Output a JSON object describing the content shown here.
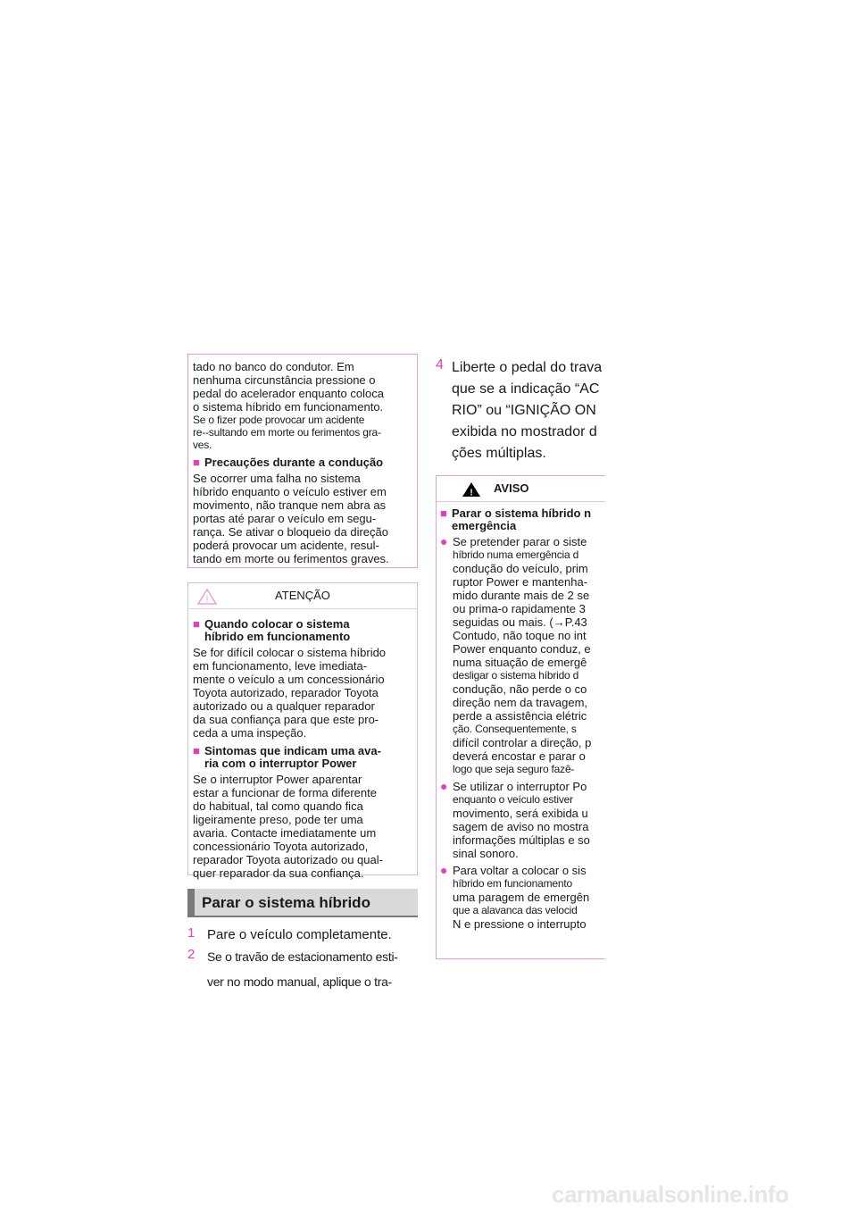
{
  "left_column": {
    "continued_box": {
      "lines": [
        {
          "text": "tado no banco do condutor. Em",
          "small": false
        },
        {
          "text": "nenhuma circunstância pressione o",
          "small": false
        },
        {
          "text": "pedal do acelerador enquanto coloca",
          "small": false
        },
        {
          "text": "o sistema híbrido em funcionamento.",
          "small": false
        },
        {
          "text": "Se o fizer pode provocar um acidente",
          "small": true
        },
        {
          "text": "re--sultando em morte ou ferimentos gra-",
          "small": true
        },
        {
          "text": "ves.",
          "small": true
        }
      ],
      "section_heading": "Precauções durante a condução",
      "section_lines": [
        "Se ocorrer uma falha no sistema",
        "híbrido enquanto o veículo estiver em",
        "movimento, não tranque nem abra as",
        "portas até parar o veículo em segu-",
        "rança. Se ativar o bloqueio da direção",
        "poderá provocar um acidente, resul-",
        "tando em morte ou ferimentos graves."
      ]
    },
    "attention_box": {
      "title": "ATENÇÃO",
      "sections": [
        {
          "heading_lines": [
            "Quando colocar o sistema",
            "híbrido em funcionamento"
          ],
          "body_lines": [
            "Se for difícil colocar o sistema híbrido",
            "em funcionamento, leve imediata-",
            "mente o veículo a um concessionário",
            "Toyota autorizado, reparador Toyota",
            "autorizado ou a qualquer reparador",
            "da sua confiança para que este pro-",
            "ceda a uma inspeção."
          ]
        },
        {
          "heading_lines": [
            "Sintomas que indicam uma ava-",
            "ria com o interruptor Power"
          ],
          "body_lines": [
            "Se o interruptor Power aparentar",
            "estar a funcionar de forma diferente",
            "do habitual, tal como quando fica",
            "ligeiramente preso, pode ter uma",
            "avaria. Contacte imediatamente um",
            "concessionário Toyota autorizado,",
            "reparador Toyota autorizado ou qual-",
            "quer reparador da sua confiança."
          ]
        }
      ]
    },
    "section_title": "Parar o sistema híbrido",
    "steps": [
      {
        "num": "1",
        "lines": [
          "Pare o veículo completamente."
        ],
        "small": false
      },
      {
        "num": "2",
        "lines": [
          "Se o travão de estacionamento esti-",
          "ver no modo manual, aplique o tra-"
        ],
        "small": true
      }
    ]
  },
  "right_column": {
    "step4": {
      "num": "4",
      "lines": [
        "Liberte o pedal do trava",
        "que se a indicação “AC",
        "RIO” ou “IGNIÇÃO ON",
        "exibida no mostrador d",
        "ções múltiplas."
      ]
    },
    "warning_box": {
      "title": "AVISO",
      "heading_lines": [
        "Parar o sistema híbrido n",
        "emergência"
      ],
      "bullets": [
        {
          "lines": [
            {
              "text": "Se pretender parar o siste",
              "small": false
            },
            {
              "text": "híbrido numa emergência d",
              "small": true
            },
            {
              "text": "condução do veículo, prim",
              "small": false
            },
            {
              "text": "ruptor Power e mantenha-",
              "small": false
            },
            {
              "text": "mido durante mais de 2 se",
              "small": false
            },
            {
              "text": "ou prima-o rapidamente 3",
              "small": false
            },
            {
              "text": "seguidas ou mais. (→P.43",
              "small": false
            },
            {
              "text": "Contudo, não toque no int",
              "small": false
            },
            {
              "text": "Power enquanto conduz, e",
              "small": false
            },
            {
              "text": "numa situação de emergê",
              "small": false
            },
            {
              "text": "desligar o sistema híbrido d",
              "small": true
            },
            {
              "text": "condução, não perde o co",
              "small": false
            },
            {
              "text": "direção nem da travagem,",
              "small": false
            },
            {
              "text": "perde a assistência elétric",
              "small": false
            },
            {
              "text": "ção. Consequentemente, s",
              "small": true
            },
            {
              "text": "difícil controlar a direção, p",
              "small": false
            },
            {
              "text": "deverá encostar e parar o",
              "small": false
            },
            {
              "text": "logo que seja seguro fazê-",
              "small": true
            }
          ]
        },
        {
          "lines": [
            {
              "text": "Se utilizar o interruptor Po",
              "small": false
            },
            {
              "text": "enquanto o veículo estiver",
              "small": true
            },
            {
              "text": "movimento, será exibida u",
              "small": false
            },
            {
              "text": "sagem de aviso no mostra",
              "small": false
            },
            {
              "text": "informações múltiplas e so",
              "small": false
            },
            {
              "text": "sinal sonoro.",
              "small": false
            }
          ]
        },
        {
          "lines": [
            {
              "text": "Para voltar a colocar o sis",
              "small": false
            },
            {
              "text": "híbrido em funcionamento",
              "small": true
            },
            {
              "text": "uma paragem de emergên",
              "small": false
            },
            {
              "text": "que a alavanca das velocid",
              "small": true
            },
            {
              "text": "N e pressione o interrupto",
              "small": false
            }
          ]
        }
      ]
    }
  },
  "watermark": "carmanualsonline.info",
  "colors": {
    "accent": "#e040b8",
    "box_border": "#d9a3d6",
    "gray_border": "#c8c8c8",
    "title_bg": "#d9d9d9",
    "title_bar": "#7a7a7a"
  }
}
